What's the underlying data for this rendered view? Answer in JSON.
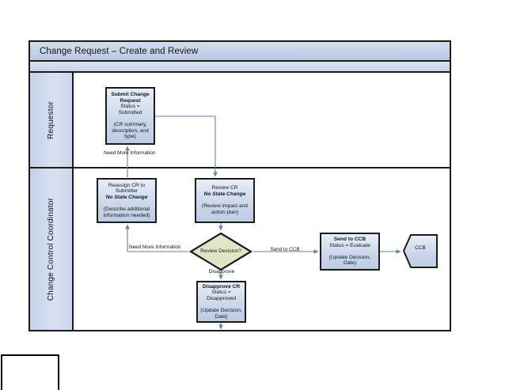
{
  "diagram": {
    "title": "Change Request – Create and Review",
    "type": "swimlane-flowchart"
  },
  "lanes": [
    {
      "id": "requestor",
      "label": "Requestor"
    },
    {
      "id": "change-control-coordinator",
      "label": "Change Control Coordinator"
    }
  ],
  "nodes": {
    "submit": {
      "title": "Submit Change Request",
      "status": "Status = Submitted",
      "body": "(CR summary, description, and type)",
      "shape": "process",
      "lane": "requestor"
    },
    "reassign": {
      "title": "Reassign CR to Submitter",
      "status": "No State Change",
      "body": "(Describe additional information needed)",
      "shape": "process",
      "lane": "change-control-coordinator"
    },
    "review": {
      "title": "Review CR",
      "status": "No State Change",
      "body": "(Review impact and action plan)",
      "shape": "process",
      "lane": "change-control-coordinator"
    },
    "decision": {
      "title": "Review Decision?",
      "shape": "diamond",
      "lane": "change-control-coordinator"
    },
    "send_ccb": {
      "title": "Send to CCB",
      "status": "Status = Evaluate",
      "body": "(Update Decision, Date)",
      "shape": "process",
      "lane": "change-control-coordinator"
    },
    "ccb": {
      "title": "CCB",
      "shape": "pentagon",
      "lane": "change-control-coordinator"
    },
    "disapprove": {
      "title": "Disapprove CR",
      "status": "Status = Disapproved",
      "body": "(Update Decision, Date)",
      "shape": "process",
      "lane": "change-control-coordinator"
    }
  },
  "edge_labels": {
    "need_more_info_top": "Need More Information",
    "need_more_info_left": "Need More Information",
    "send_to_ccb": "Send to CCB",
    "disapprove": "Disapprove"
  },
  "colors": {
    "process_fill": "#ccd8ea",
    "process_border": "#1b1b1b",
    "lane_header_fill": "#d3ddee",
    "title_fill": "#b9c8e2",
    "decision_fill": "#dfe6c6",
    "connector": "#4a7ba7"
  }
}
